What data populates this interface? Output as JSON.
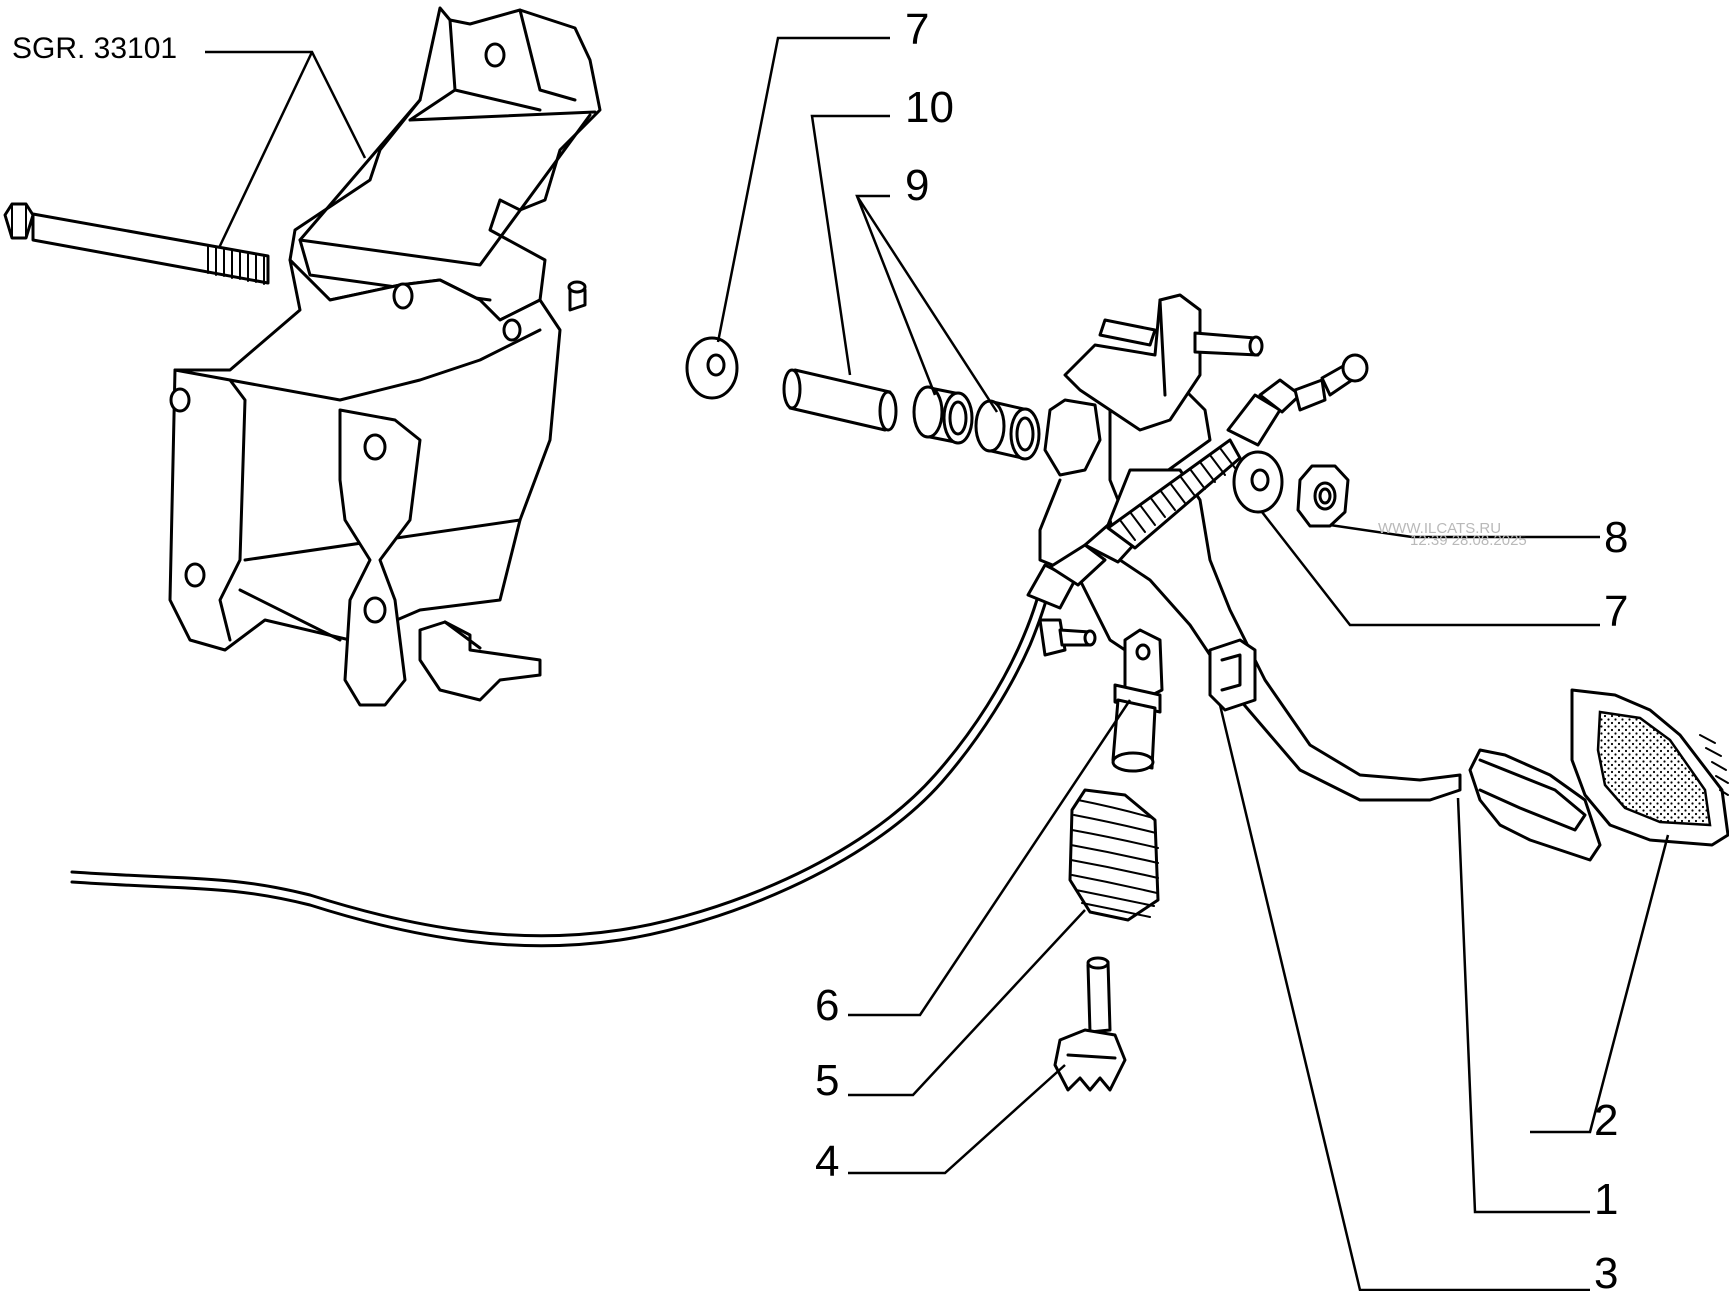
{
  "reference": "SGR. 33101",
  "watermark": {
    "site": "WWW.ILCATS.RU",
    "stamp": "12:39 28.08.2025"
  },
  "callouts": [
    {
      "id": "c7top",
      "label": "7"
    },
    {
      "id": "c10",
      "label": "10"
    },
    {
      "id": "c9",
      "label": "9"
    },
    {
      "id": "c8",
      "label": "8"
    },
    {
      "id": "c7right",
      "label": "7"
    },
    {
      "id": "c6",
      "label": "6"
    },
    {
      "id": "c5",
      "label": "5"
    },
    {
      "id": "c4",
      "label": "4"
    },
    {
      "id": "c2",
      "label": "2"
    },
    {
      "id": "c1",
      "label": "1"
    },
    {
      "id": "c3",
      "label": "3"
    }
  ]
}
